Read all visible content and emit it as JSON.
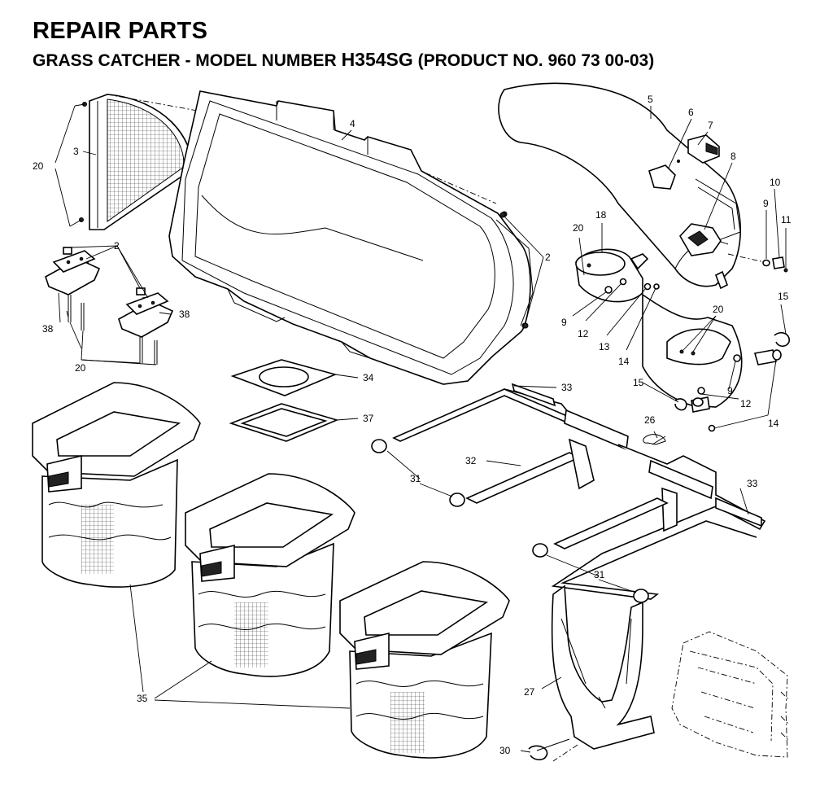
{
  "header": {
    "title": "REPAIR PARTS",
    "subtitle_prefix": "GRASS CATCHER - MODEL NUMBER ",
    "model_number": "H354SG",
    "subtitle_suffix": " (PRODUCT NO. 960 73 00-03)"
  },
  "callouts": {
    "c2a": "2",
    "c2b": "2",
    "c3": "3",
    "c4": "4",
    "c5": "5",
    "c6": "6",
    "c7": "7",
    "c8": "8",
    "c9a": "9",
    "c9b": "9",
    "c9c": "9",
    "c10": "10",
    "c11": "11",
    "c12a": "12",
    "c12b": "12",
    "c13": "13",
    "c14a": "14",
    "c14b": "14",
    "c15a": "15",
    "c15b": "15",
    "c18": "18",
    "c20a": "20",
    "c20b": "20",
    "c20c": "20",
    "c20d": "20",
    "c26": "26",
    "c27": "27",
    "c30": "30",
    "c31a": "31",
    "c31b": "31",
    "c32": "32",
    "c33a": "33",
    "c33b": "33",
    "c34": "34",
    "c35": "35",
    "c37": "37",
    "c38a": "38",
    "c38b": "38"
  }
}
